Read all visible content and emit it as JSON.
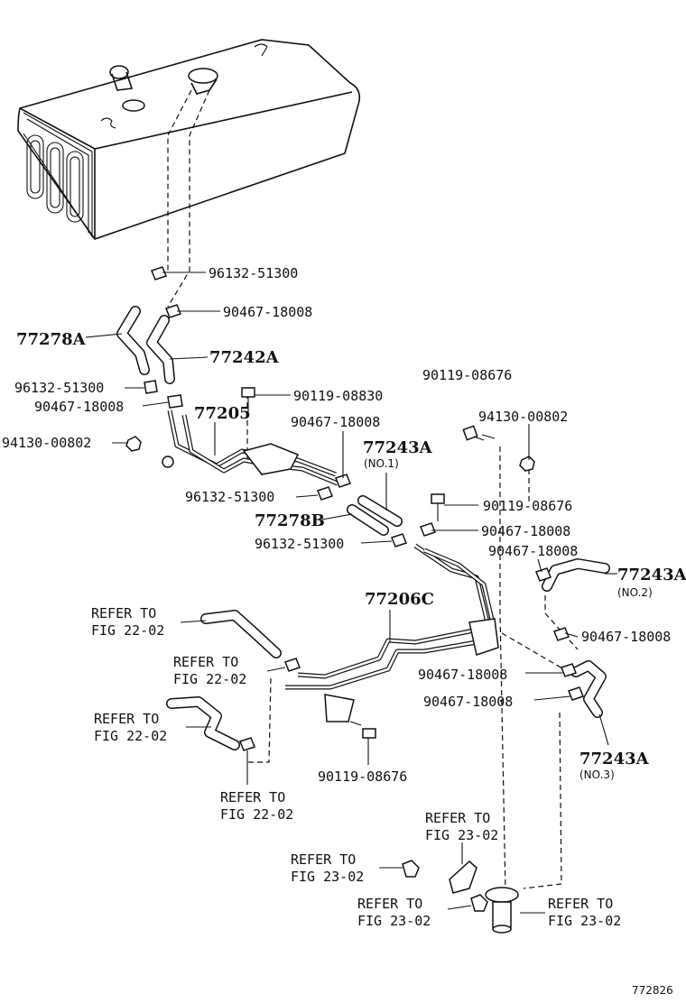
{
  "labels": {
    "c96132_top": "96132-51300",
    "c90467_top": "90467-18008",
    "p77278A": "77278A",
    "p77242A": "77242A",
    "c96132_left": "96132-51300",
    "c90467_left": "90467-18008",
    "b90119_08830": "90119-08830",
    "p77205": "77205",
    "c90467_mid": "90467-18008",
    "n94130_left": "94130-00802",
    "c96132_mid": "96132-51300",
    "p77278B": "77278B",
    "p77243A_no1": "77243A",
    "p77243A_no1_sub": "(NO.1)",
    "c96132_low": "96132-51300",
    "b90119_08676_top": "90119-08676",
    "n94130_right": "94130-00802",
    "b90119_08676_mid": "90119-08676",
    "c90467_r1": "90467-18008",
    "c90467_r2": "90467-18008",
    "p77243A_no2": "77243A",
    "p77243A_no2_sub": "(NO.2)",
    "c90467_r3": "90467-18008",
    "p77206C": "77206C",
    "c90467_r4": "90467-18008",
    "c90467_r5": "90467-18008",
    "p77243A_no3": "77243A",
    "p77243A_no3_sub": "(NO.3)",
    "b90119_08676_low": "90119-08676"
  },
  "references": {
    "ref1_a": "REFER TO",
    "ref1_b": "FIG 22-02",
    "ref2_a": "REFER TO",
    "ref2_b": "FIG 22-02",
    "ref3_a": "REFER TO",
    "ref3_b": "FIG 22-02",
    "ref4_a": "REFER TO",
    "ref4_b": "FIG 22-02",
    "ref5_a": "REFER TO",
    "ref5_b": "FIG 23-02",
    "ref6_a": "REFER TO",
    "ref6_b": "FIG 23-02",
    "ref7_a": "REFER TO",
    "ref7_b": "FIG 23-02",
    "ref8_a": "REFER TO",
    "ref8_b": "FIG 23-02"
  },
  "figure_code": "772826"
}
